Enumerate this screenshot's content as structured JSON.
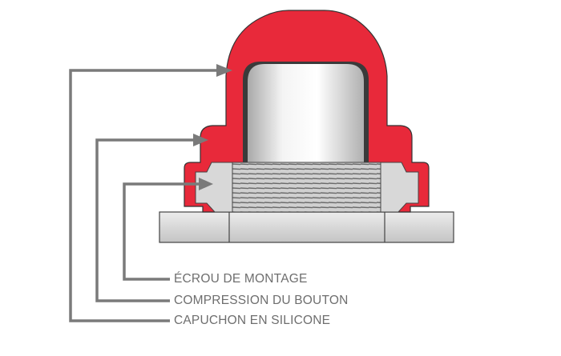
{
  "labels": {
    "mounting_nut": "ÉCROU DE MONTAGE",
    "button_compression": "COMPRESSION DU BOUTON",
    "silicone_cap": "CAPUCHON EN SILICONE"
  },
  "colors": {
    "cap": "#e8293a",
    "leader": "#7a7a7a",
    "metal": "#d4d4d4",
    "text": "#6e6e6e"
  }
}
